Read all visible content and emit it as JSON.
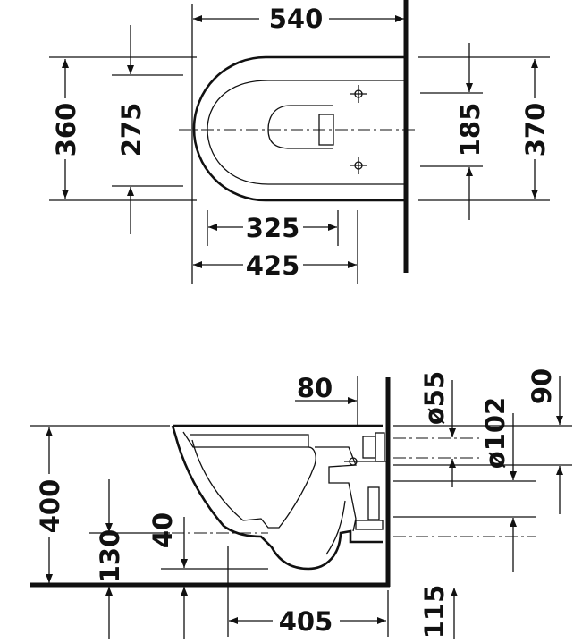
{
  "top_view": {
    "dimensions": {
      "overall_length": "540",
      "overall_width": "360",
      "bowl_width": "275",
      "fixing_spacing": "185",
      "rear_width": "370",
      "bowl_opening": "325",
      "front_to_fixing": "425"
    }
  },
  "side_view": {
    "dimensions": {
      "wall_offset": "80",
      "inlet_diameter": "ø55",
      "inlet_height": "90",
      "outlet_diameter": "ø102",
      "rim_height": "400",
      "outlet_height": "130",
      "outlet_to_floor": "40",
      "projection": "405",
      "floor_fixing": "115"
    }
  }
}
